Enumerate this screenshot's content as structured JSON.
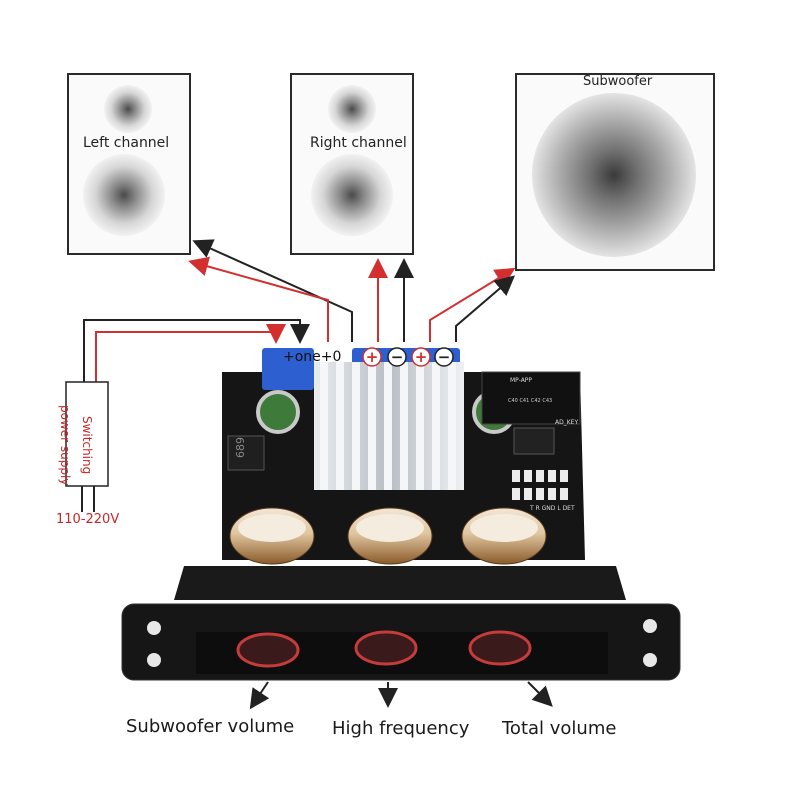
{
  "speakers": {
    "left": {
      "label": "Left channel"
    },
    "right": {
      "label": "Right channel"
    },
    "subwoofer": {
      "label": "Subwoofer"
    }
  },
  "power": {
    "supply_label": "Switching power supply",
    "voltage": "110-220V",
    "terminal_label": "+one+0"
  },
  "board": {
    "chip_marks": [
      "689",
      "MP-APP",
      "AD_KEY",
      "C40 C41 C42 C43",
      "T R GND L DET"
    ]
  },
  "knobs": [
    {
      "label": "Subwoofer volume"
    },
    {
      "label": "High frequency"
    },
    {
      "label": "Total volume"
    }
  ],
  "polarity": [
    "+",
    "−",
    "+",
    "−"
  ],
  "colors": {
    "positive_wire": "#d32f2f",
    "negative_wire": "#222222",
    "board": "#151515",
    "heatsink": "#cfd3d8",
    "terminal": "#2d5fd0"
  }
}
